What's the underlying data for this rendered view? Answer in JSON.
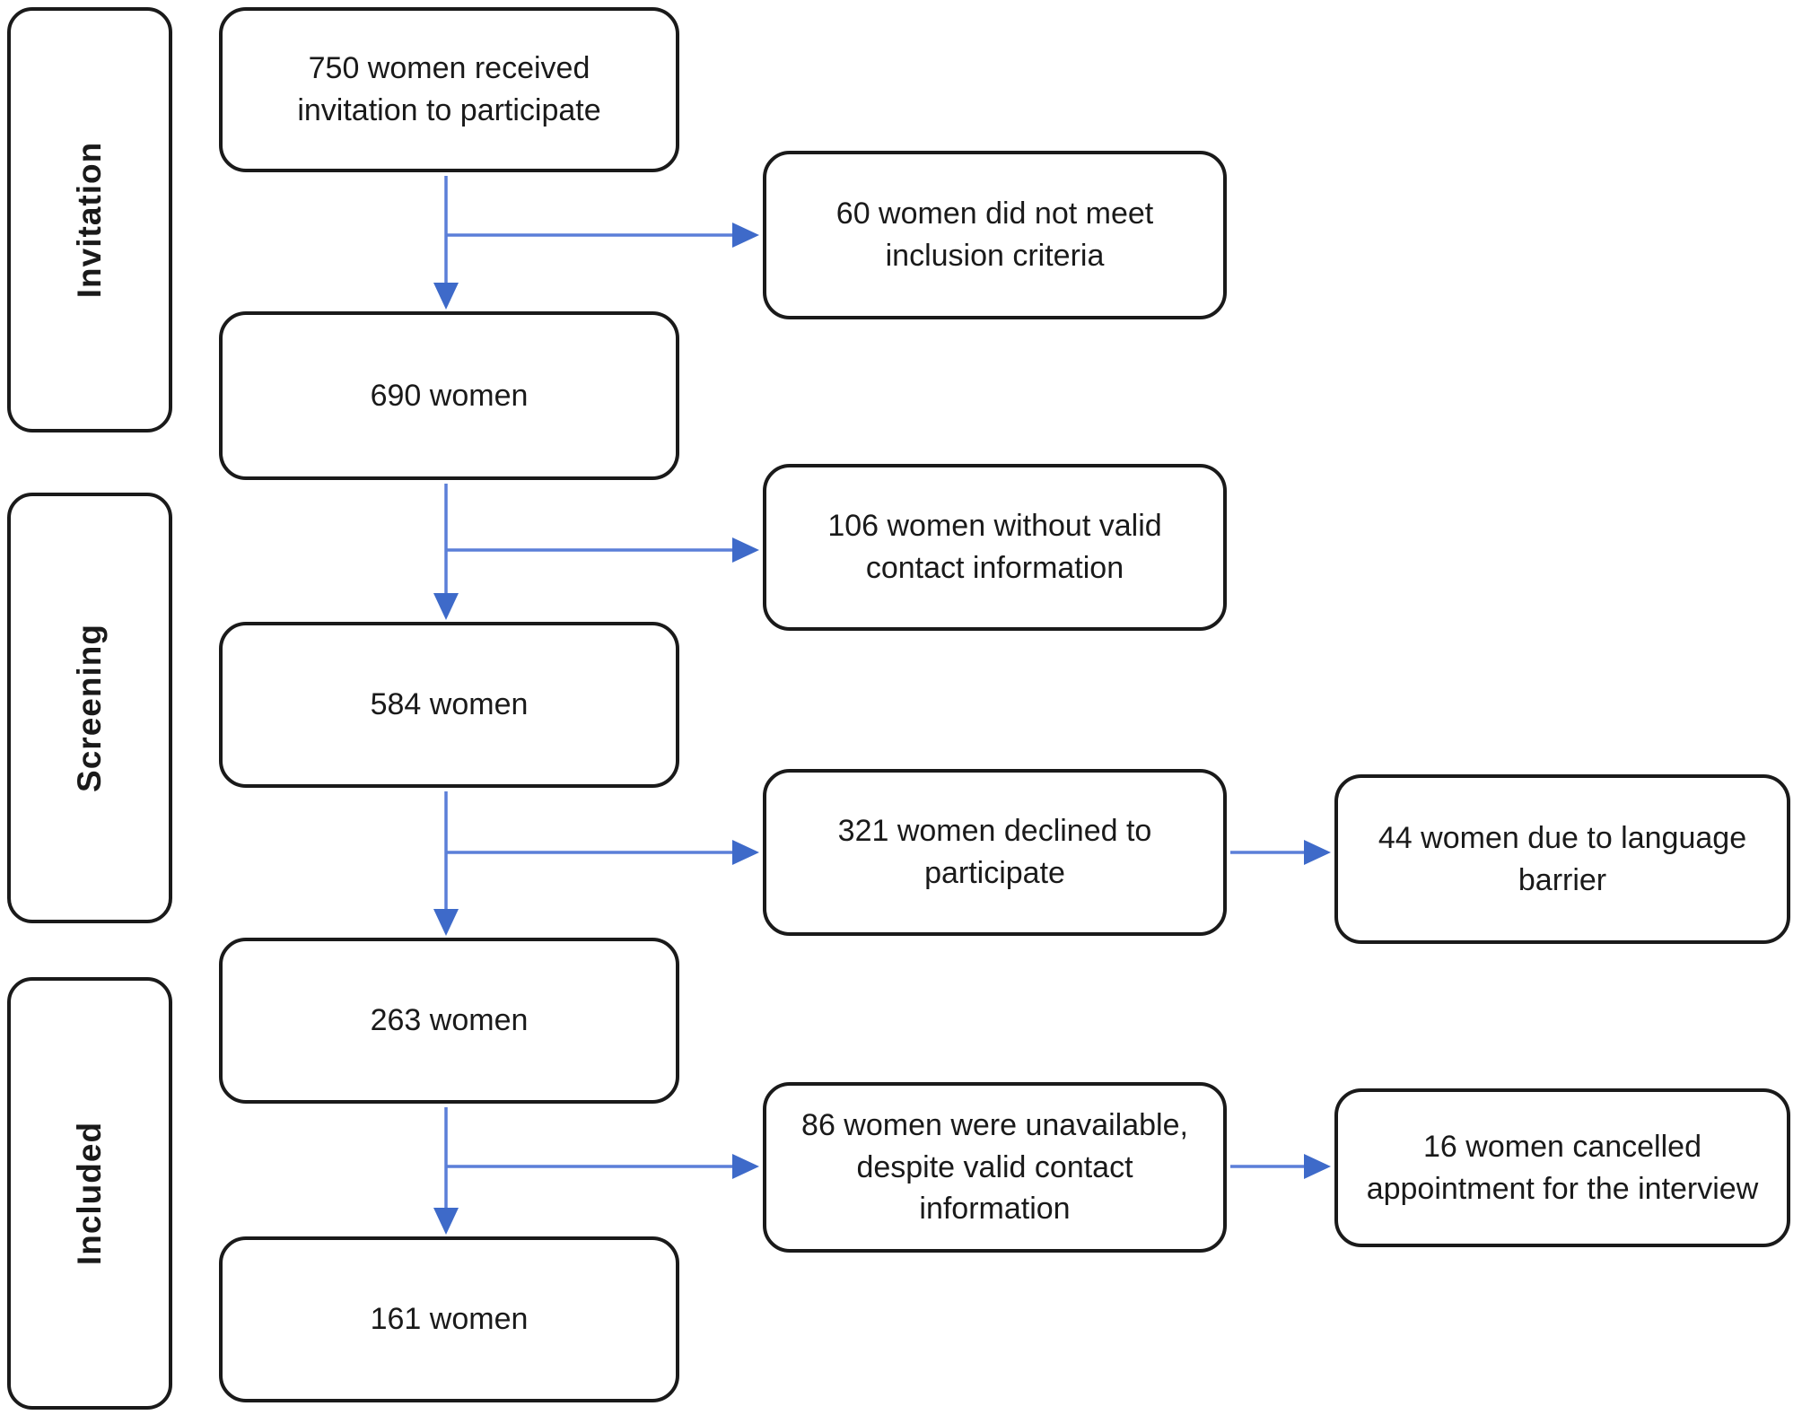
{
  "colors": {
    "background": "#ffffff",
    "box_border": "#1a1a1a",
    "text": "#1a1a1a",
    "arrow_line": "#5b7fd8",
    "arrow_head": "#3e6ac9"
  },
  "stages": [
    {
      "label": "Invitation"
    },
    {
      "label": "Screening"
    },
    {
      "label": "Included"
    }
  ],
  "flow": {
    "main_boxes": [
      {
        "text": "750 women received invitation to participate"
      },
      {
        "text": "690 women"
      },
      {
        "text": "584 women"
      },
      {
        "text": "263 women"
      },
      {
        "text": "161 women"
      }
    ],
    "exclusion_boxes": [
      {
        "text": "60 women did not meet inclusion criteria"
      },
      {
        "text": "106 women without valid contact information"
      },
      {
        "text": "321 women declined to participate"
      },
      {
        "text": "86 women were unavailable, despite valid contact information"
      }
    ],
    "detail_boxes": [
      {
        "text": "44 women due to language barrier"
      },
      {
        "text": "16 women cancelled appointment for the interview"
      }
    ]
  }
}
